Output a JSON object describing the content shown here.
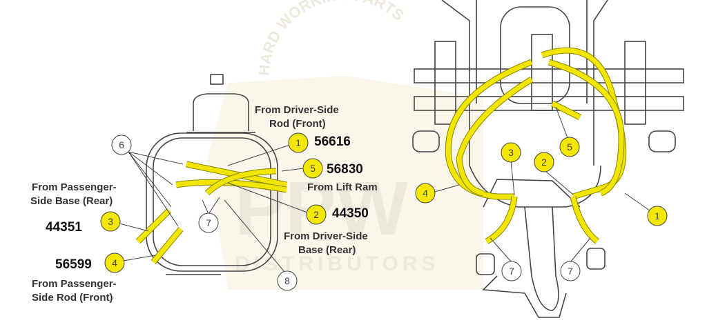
{
  "watermark": {
    "arc_text": "HARD WORKING PARTS",
    "logo": "PPW",
    "sub": "DISTRIBUTORS"
  },
  "left_diagram": {
    "callouts": {
      "c1": "1",
      "c2": "2",
      "c3": "3",
      "c4": "4",
      "c5": "5",
      "c6": "6",
      "c7": "7",
      "c8": "8"
    },
    "labels": {
      "driver_rod_1": "From Driver-Side",
      "driver_rod_2": "Rod (Front)",
      "lift_ram": "From Lift Ram",
      "driver_base_1": "From Driver-Side",
      "driver_base_2": "Base (Rear)",
      "pass_base_1": "From Passenger-",
      "pass_base_2": "Side Base (Rear)",
      "pass_rod_1": "From Passenger-",
      "pass_rod_2": "Side Rod (Front)"
    },
    "part_numbers": {
      "p1": "56616",
      "p5": "56830",
      "p2": "44350",
      "p3": "44351",
      "p4": "56599"
    }
  },
  "right_diagram": {
    "callouts": {
      "c3": "3",
      "c2": "2",
      "c5": "5",
      "c4": "4",
      "c1": "1",
      "c7a": "7",
      "c7b": "7"
    }
  },
  "colors": {
    "hose": "#f2e600",
    "callout_fill": "#f5e800",
    "line": "#444444"
  }
}
